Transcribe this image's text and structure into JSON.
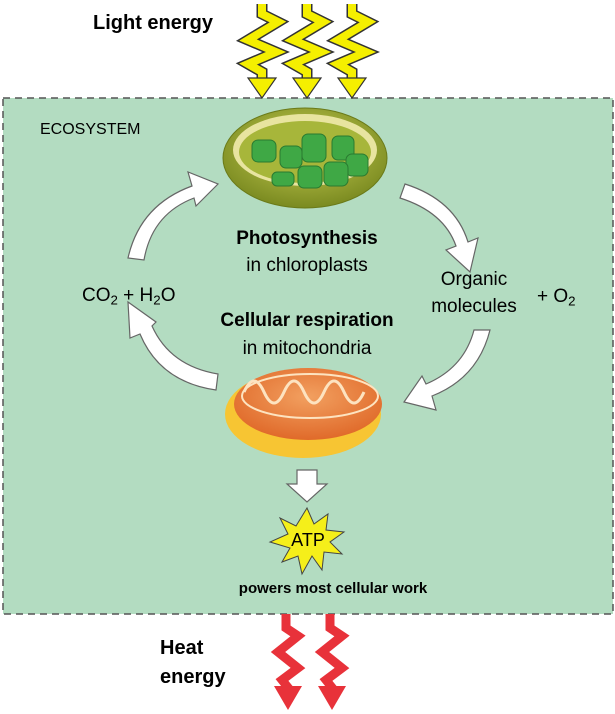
{
  "labels": {
    "light_energy": "Light energy",
    "ecosystem": "ECOSYSTEM",
    "photosynthesis": "Photosynthesis",
    "in_chloroplasts": "in chloroplasts",
    "organic": "Organic",
    "molecules": "molecules",
    "plus_o": "+ O",
    "o_sub": "2",
    "co": "CO",
    "co_sub": "2",
    "plus_h": " + H",
    "h_sub": "2",
    "o": "O",
    "cellular_respiration": "Cellular respiration",
    "in_mitochondria": "in mitochondria",
    "atp": "ATP",
    "powers": "powers most cellular work",
    "heat": "Heat",
    "energy": "energy"
  },
  "colors": {
    "ecosystem_bg": "#b3dcc1",
    "light_bolt": "#f5ef00",
    "heat_bolt": "#e8323a",
    "atp_star": "#f5ef1a"
  }
}
